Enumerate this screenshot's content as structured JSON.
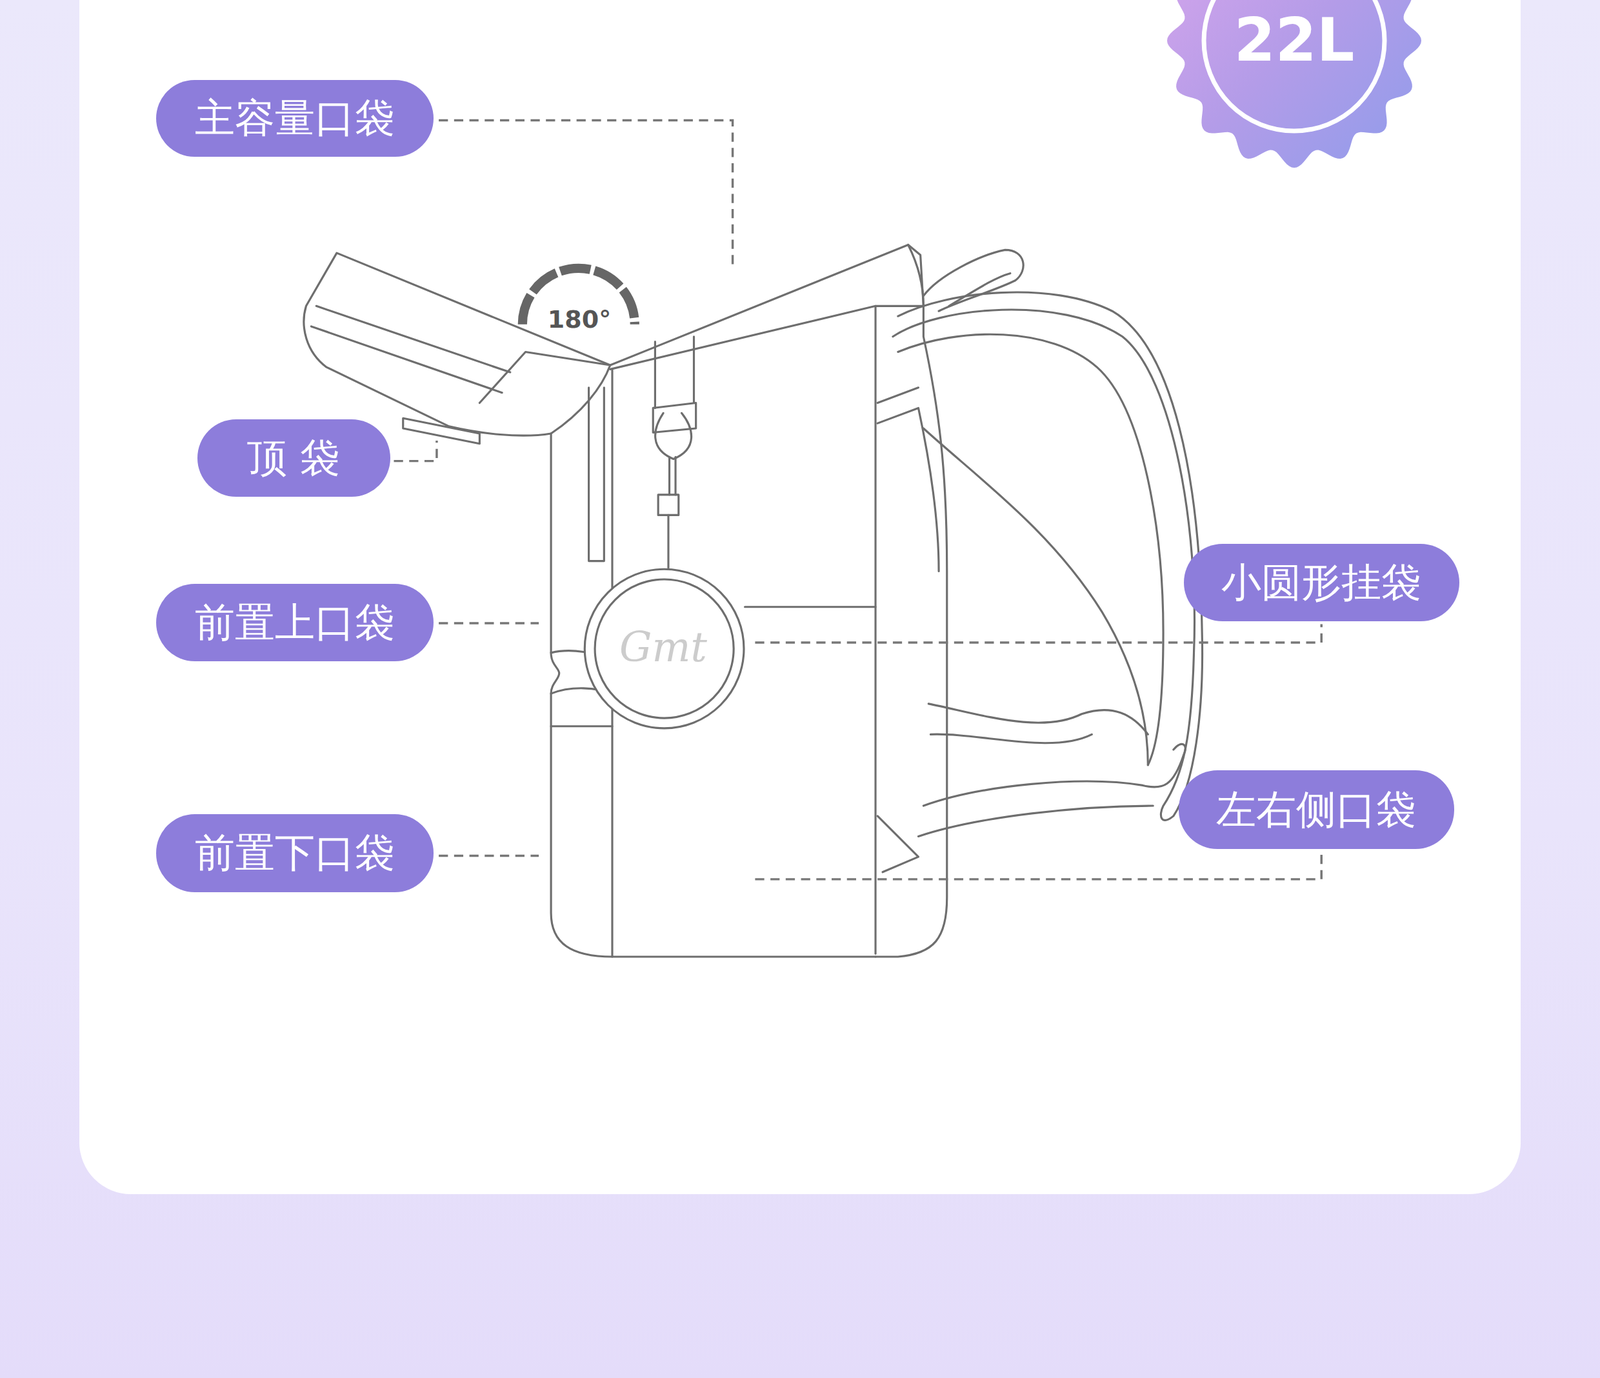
{
  "diagram": {
    "nodes": [
      {
        "text": [
          "22L"
        ]
      },
      {
        "text": [
          "主容量口袋"
        ]
      },
      {
        "text": [
          "顶 袋"
        ]
      },
      {
        "text": [
          "前置上口袋"
        ]
      },
      {
        "text": [
          "前置下口袋"
        ]
      },
      {
        "text": [
          "小圆形挂袋"
        ]
      },
      {
        "text": [
          "左右侧口袋"
        ]
      }
    ],
    "labels": [
      "180°"
    ]
  }
}
